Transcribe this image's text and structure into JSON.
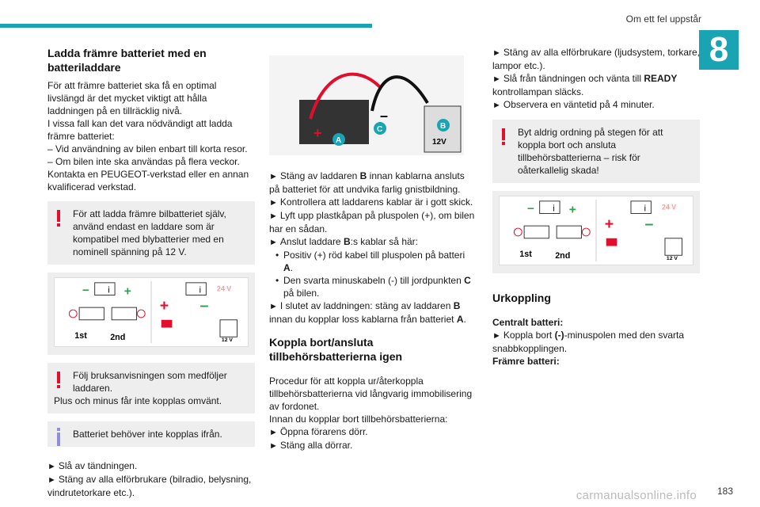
{
  "header": {
    "title": "Om ett fel uppstår",
    "chapter": "8"
  },
  "col1": {
    "heading": "Ladda främre batteriet med en batteriladdare",
    "para": [
      "För att främre batteriet ska få en optimal livslängd är det mycket viktigt att hålla laddningen på en tillräcklig nivå.",
      "I vissa fall kan det vara nödvändigt att ladda främre batteriet:",
      "–  Vid användning av bilen enbart till korta resor.",
      "–  Om bilen inte ska användas på flera veckor.",
      "Kontakta en PEUGEOT-verkstad eller en annan kvalificerad verkstad."
    ],
    "warn1": "För att ladda främre bilbatteriet själv, använd endast en laddare som är kompatibel med blybatterier med en nominell spänning på 12 V.",
    "warn2_a": "Följ bruksanvisningen som medföljer laddaren.",
    "warn2_b": "Plus och minus får inte kopplas omvänt.",
    "info": "Batteriet behöver inte kopplas ifrån.",
    "steps": [
      "Slå av tändningen.",
      "Stäng av alla elförbrukare (bilradio, belysning, vindrutetorkare etc.)."
    ]
  },
  "col2": {
    "p1a": "Stäng av laddaren ",
    "p1b": "B",
    "p1c": " innan kablarna ansluts på batteriet för att undvika farlig gnistbildning.",
    "p2": "Kontrollera att laddarens kablar är i gott skick.",
    "p3": "Lyft upp plastkåpan på pluspolen (+), om bilen har en sådan.",
    "p4a": "Anslut laddare ",
    "p4b": "B",
    "p4c": ":s kablar så här:",
    "b1a": "Positiv (+) röd kabel till pluspolen på batteri ",
    "b1b": "A",
    "b1c": ".",
    "b2a": "Den svarta minuskabeln (-) till jordpunkten ",
    "b2b": "C",
    "b2c": " på bilen.",
    "p5a": "I slutet av laddningen: stäng av laddaren ",
    "p5b": "B",
    "p5c": " innan du kopplar loss kablarna från batteriet ",
    "p5d": "A",
    "p5e": ".",
    "heading": "Koppla bort/ansluta tillbehörsbatterierna igen",
    "para1": "Procedur för att koppla ur/återkoppla tillbehörsbatterierna vid långvarig immobilisering av fordonet.",
    "para2": "Innan du kopplar bort tillbehörsbatterierna:",
    "s1": "Öppna förarens dörr.",
    "s2": "Stäng alla dörrar.",
    "labels": {
      "a": "A",
      "b": "B",
      "c": "C",
      "v12": "12V",
      "plus": "+",
      "minus": "–"
    }
  },
  "col3": {
    "s1": "Stäng av alla elförbrukare (ljudsystem, torkare, lampor etc.).",
    "s2a": "Slå från tändningen och vänta till ",
    "s2b": "READY",
    "s2c": " kontrollampan släcks.",
    "s3": "Observera en väntetid på 4 minuter.",
    "warn": "Byt aldrig ordning på stegen för att koppla bort och ansluta tillbehörsbatterierna – risk för oåterkallelig skada!",
    "heading": "Urkoppling",
    "central": "Centralt batteri:",
    "central_a": "Koppla bort ",
    "central_b": "(-)",
    "central_c": "-minuspolen med den svarta snabbkopplingen.",
    "front": "Främre batteri:"
  },
  "diagram": {
    "v24": "24 V",
    "v12": "12 V",
    "first": "1st",
    "second": "2nd",
    "plus": "+",
    "minus": "–",
    "info": "i"
  },
  "footer": {
    "page": "183",
    "watermark": "carmanualsonline.info"
  },
  "arrow": "►"
}
